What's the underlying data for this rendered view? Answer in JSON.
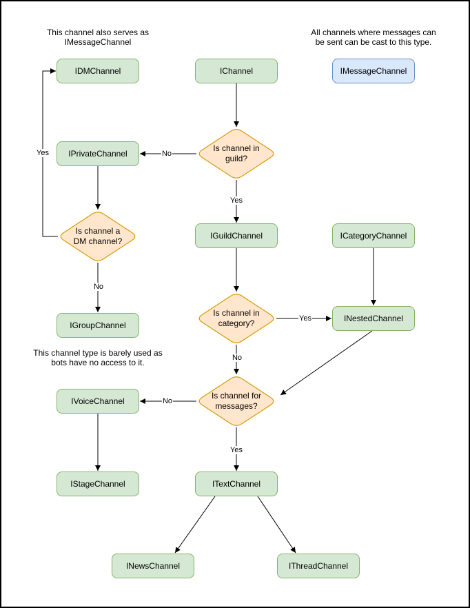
{
  "palette": {
    "background": "#ffffff",
    "frame_border": "#000000",
    "node_green_fill": "#d5e8d4",
    "node_green_border": "#82b366",
    "node_blue_fill": "#dae8fc",
    "node_blue_border": "#6c8ebf",
    "decision_fill": "#ffe6cc",
    "decision_border": "#d79b00",
    "line_color": "#000000",
    "text_color": "#000000"
  },
  "annotations": {
    "dm_note": "This channel also serves as\nIMessageChannel",
    "message_note": "All channels where messages can\nbe sent can be cast to this type.",
    "group_note": "This channel type is barely used as\nbots have no access to it."
  },
  "nodes": {
    "idmchannel": {
      "label": "IDMChannel"
    },
    "ichannel": {
      "label": "IChannel"
    },
    "imessagechannel": {
      "label": "IMessageChannel"
    },
    "iprivatechannel": {
      "label": "IPrivateChannel"
    },
    "iguildchannel": {
      "label": "IGuildChannel"
    },
    "icategorychannel": {
      "label": "ICategoryChannel"
    },
    "igroupchannel": {
      "label": "IGroupChannel"
    },
    "inestedchannel": {
      "label": "INestedChannel"
    },
    "ivoicechannel": {
      "label": "IVoiceChannel"
    },
    "istagechannel": {
      "label": "IStageChannel"
    },
    "itextchannel": {
      "label": "ITextChannel"
    },
    "inewschannel": {
      "label": "INewsChannel"
    },
    "ithreadchannel": {
      "label": "IThreadChannel"
    }
  },
  "decisions": {
    "guild": {
      "label": "Is channel in\nguild?"
    },
    "dm": {
      "label": "Is channel a\nDM channel?"
    },
    "category": {
      "label": "Is channel in\ncategory?"
    },
    "messages": {
      "label": "Is channel for\nmessages?"
    }
  },
  "edge_labels": {
    "guild_no": "No",
    "guild_yes": "Yes",
    "dm_yes": "Yes",
    "dm_no": "No",
    "category_yes": "Yes",
    "category_no": "No",
    "messages_no": "No",
    "messages_yes": "Yes"
  }
}
